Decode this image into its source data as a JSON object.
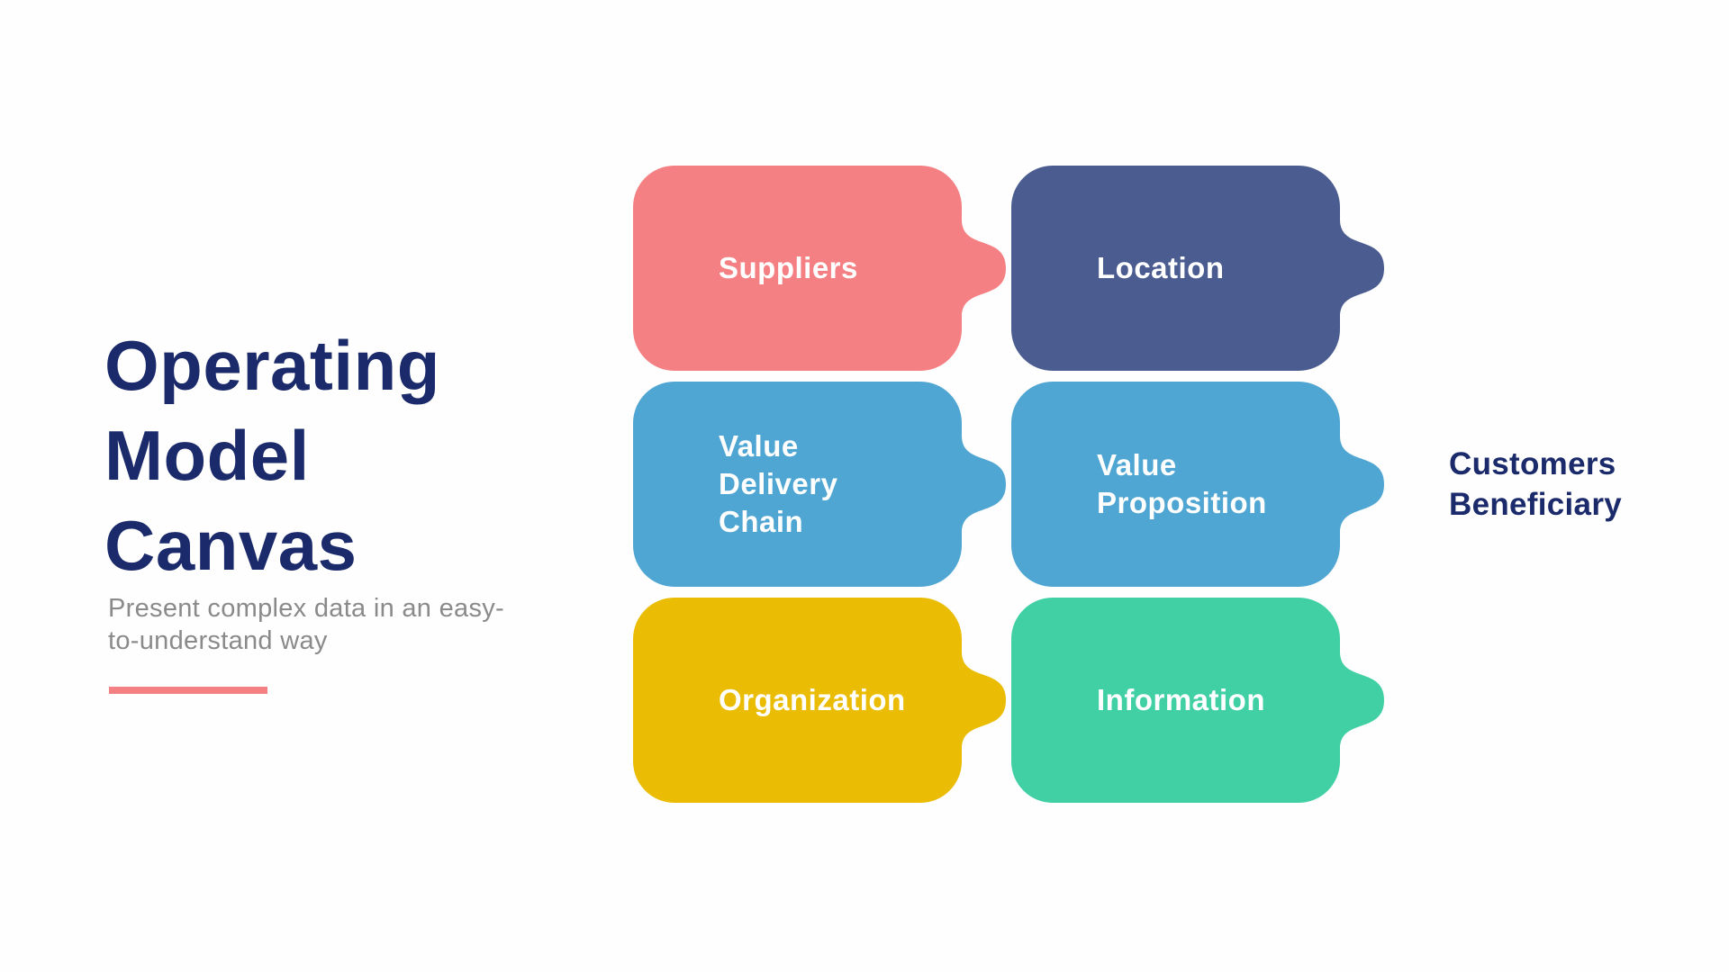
{
  "slide": {
    "background_color": "#FEFEFE",
    "title": "Operating\nModel\nCanvas",
    "title_color": "#1B2A6B",
    "subtitle": "Present complex data in an easy-\nto-understand way",
    "subtitle_color": "#8A8A8A",
    "divider_color": "#F58084"
  },
  "blocks": [
    {
      "label": "Suppliers",
      "color": "#F58084",
      "label_color": "#FFFFFF"
    },
    {
      "label": "Location",
      "color": "#4A5C90",
      "label_color": "#FFFFFF"
    },
    {
      "label": "Value\nDelivery\nChain",
      "color": "#50A6D3",
      "label_color": "#FFFFFF"
    },
    {
      "label": "Value\nProposition",
      "color": "#50A6D3",
      "label_color": "#FFFFFF"
    },
    {
      "label": "Organization",
      "color": "#EABD04",
      "label_color": "#FFFFFF"
    },
    {
      "label": "Information",
      "color": "#40D0A3",
      "label_color": "#FFFFFF"
    }
  ],
  "side_label": {
    "text": "Customers\nBeneficiary",
    "color": "#1B2A6B"
  }
}
